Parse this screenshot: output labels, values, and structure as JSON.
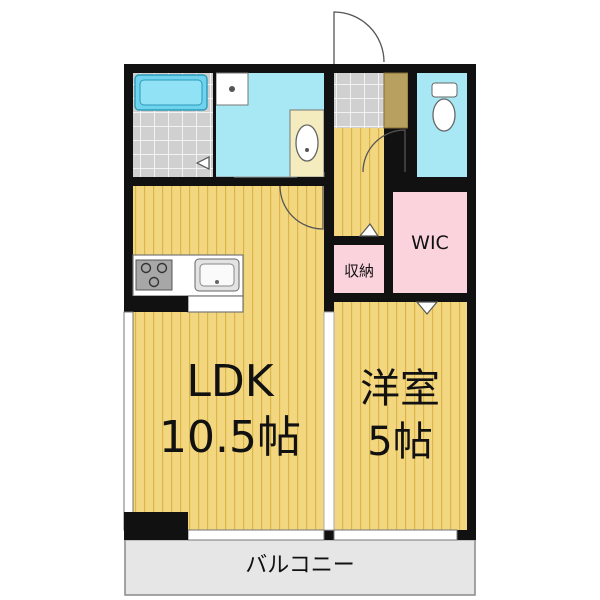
{
  "rooms": {
    "ldk": {
      "name": "LDK",
      "size": "10.5帖"
    },
    "western": {
      "name": "洋室",
      "size": "5帖"
    },
    "wic": {
      "name": "WIC"
    },
    "storage": {
      "name": "収納"
    },
    "balcony": {
      "name": "バルコニー"
    }
  },
  "colors": {
    "wood_floor": "#f2d680",
    "wood_line": "#dcb548",
    "wet_area": "#a8e8f4",
    "closet": "#fbd3dc",
    "wall": "#111111",
    "balcony": "#e6e6e6",
    "tile": "#c8c8c8",
    "bathtub": "#73d4ee",
    "shoe_rack": "#b8a060"
  },
  "icons": {
    "bathtub": "bathtub-icon",
    "toilet": "toilet-icon",
    "sink": "wash-basin-icon",
    "stove": "stove-icon",
    "kitchen_sink": "kitchen-sink-icon"
  }
}
